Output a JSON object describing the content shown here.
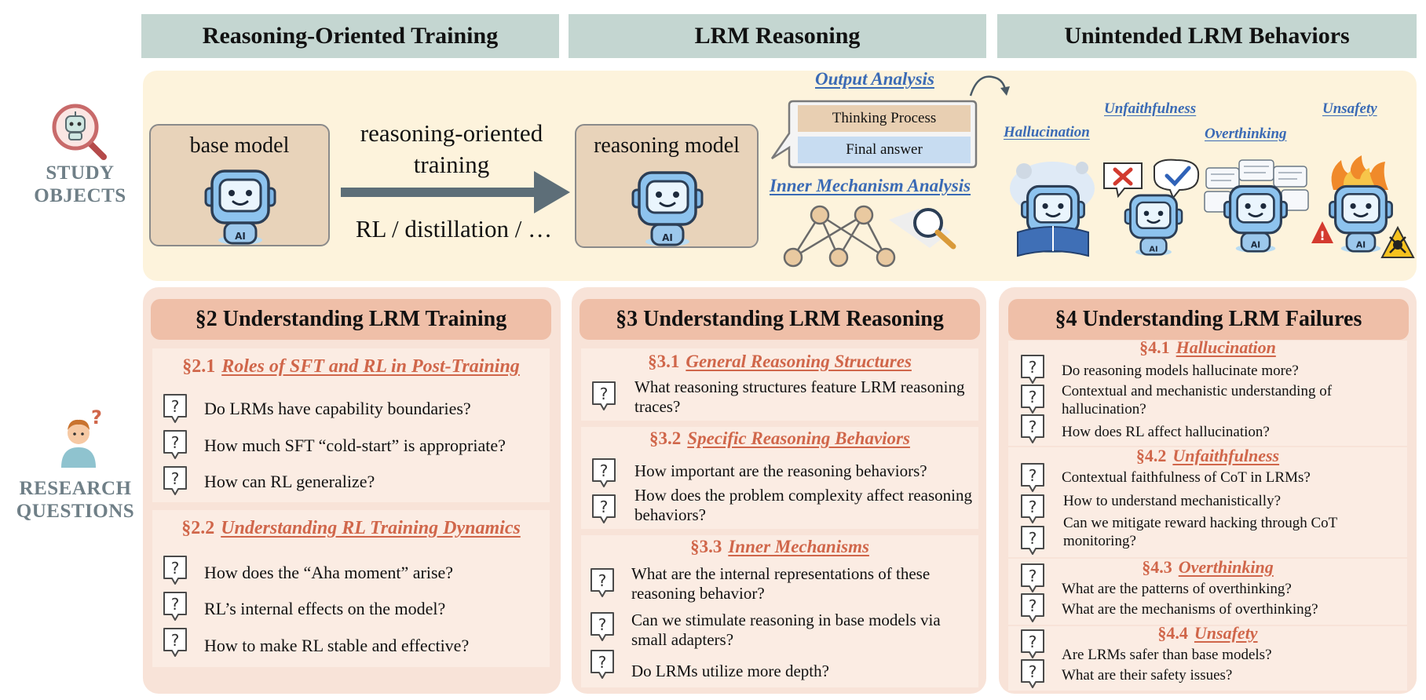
{
  "columns": [
    "Reasoning-Oriented Training",
    "LRM Reasoning",
    "Unintended LRM Behaviors"
  ],
  "study_label": [
    "STUDY",
    "OBJECTS"
  ],
  "research_label": [
    "RESEARCH",
    "QUESTIONS"
  ],
  "study": {
    "base_model": "base model",
    "training_line1": "reasoning-oriented",
    "training_line2": "training",
    "training_methods": "RL / distillation / …",
    "reasoning_model": "reasoning model",
    "robot_badge": "AI",
    "output_analysis": "Output Analysis",
    "thinking_process": "Thinking Process",
    "final_answer": "Final answer",
    "inner_analysis": "Inner Mechanism Analysis",
    "behaviors": {
      "hallucination": "Hallucination",
      "unfaithfulness": "Unfaithfulness",
      "overthinking": "Overthinking",
      "unsafety": "Unsafety"
    }
  },
  "sections": {
    "s2": {
      "title": "§2 Understanding LRM Training",
      "sub1": {
        "num": "§2.1",
        "title": "Roles of SFT and RL in Post-Training",
        "questions": [
          "Do LRMs have capability boundaries?",
          "How much SFT “cold-start” is appropriate?",
          "How can RL generalize?"
        ]
      },
      "sub2": {
        "num": "§2.2",
        "title": "Understanding RL Training Dynamics",
        "questions": [
          "How does the “Aha moment” arise?",
          "RL’s internal effects on the model?",
          "How to make RL stable and effective?"
        ]
      }
    },
    "s3": {
      "title": "§3 Understanding LRM Reasoning",
      "sub1": {
        "num": "§3.1",
        "title": "General Reasoning Structures",
        "questions": [
          "What reasoning structures feature LRM reasoning traces?"
        ]
      },
      "sub2": {
        "num": "§3.2",
        "title": "Specific Reasoning Behaviors",
        "questions": [
          "How important are the reasoning behaviors?",
          "How does the problem complexity affect reasoning behaviors?"
        ]
      },
      "sub3": {
        "num": "§3.3",
        "title": "Inner Mechanisms",
        "questions": [
          "What are the internal representations of these reasoning behavior?",
          "Can we stimulate reasoning in base models via small adapters?",
          "Do LRMs utilize more depth?"
        ]
      }
    },
    "s4": {
      "title": "§4  Understanding LRM Failures",
      "sub1": {
        "num": "§4.1",
        "title": "Hallucination",
        "questions": [
          "Do reasoning models hallucinate more?",
          "Contextual and mechanistic understanding of hallucination?",
          "How does RL affect hallucination?"
        ]
      },
      "sub2": {
        "num": "§4.2",
        "title": "Unfaithfulness",
        "questions": [
          "Contextual faithfulness of CoT in LRMs?",
          "How to understand mechanistically?",
          "Can we mitigate reward hacking through CoT monitoring?"
        ]
      },
      "sub3": {
        "num": "§4.3",
        "title": "Overthinking",
        "questions": [
          "What are the patterns of overthinking?",
          "What are the mechanisms of overthinking?"
        ]
      },
      "sub4": {
        "num": "§4.4",
        "title": "Unsafety",
        "questions": [
          "Are LRMs safer than base models?",
          "What are their safety issues?"
        ]
      }
    }
  },
  "colors": {
    "header_bg": "#c4d6d1",
    "band_bg": "#fdf3dc",
    "panel_bg": "#f8e3d8",
    "section_head": "#efbfa8",
    "accent_red": "#d0664a",
    "accent_blue": "#3a6ab5"
  }
}
